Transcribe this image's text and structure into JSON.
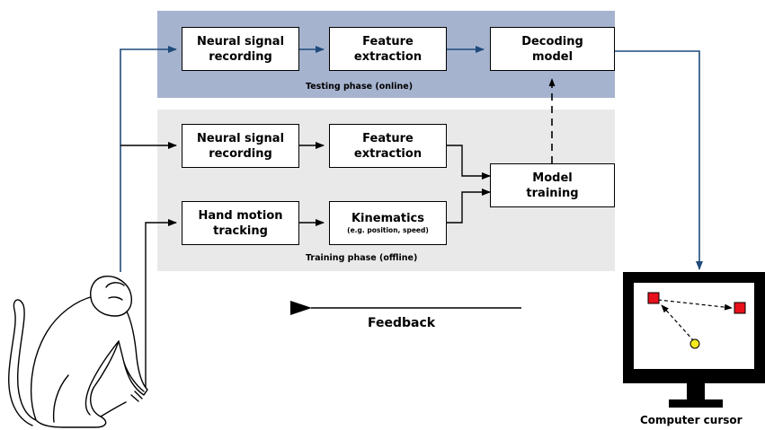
{
  "testing": {
    "caption": "Testing phase (online)",
    "recording": {
      "line1": "Neural signal",
      "line2": "recording"
    },
    "features": {
      "line1": "Feature",
      "line2": "extraction"
    },
    "decoding": {
      "line1": "Decoding",
      "line2": "model"
    }
  },
  "training": {
    "caption": "Training phase (offline)",
    "recording": {
      "line1": "Neural signal",
      "line2": "recording"
    },
    "features": {
      "line1": "Feature",
      "line2": "extraction"
    },
    "hand": {
      "line1": "Hand motion",
      "line2": "tracking"
    },
    "kinematics": {
      "line1": "Kinematics",
      "line2": "(e.g. position, speed)"
    },
    "model": {
      "line1": "Model",
      "line2": "training"
    }
  },
  "feedback_label": "Feedback",
  "computer_label": "Computer cursor",
  "colors": {
    "online_panel": "#a6b3cf",
    "offline_panel": "#e9e9e9",
    "online_arrow": "#1f4a7a",
    "target_square": "#e8101a",
    "cursor_dot": "#f6ea1f"
  },
  "icons": [
    "monkey-illustration",
    "computer-monitor-icon"
  ]
}
